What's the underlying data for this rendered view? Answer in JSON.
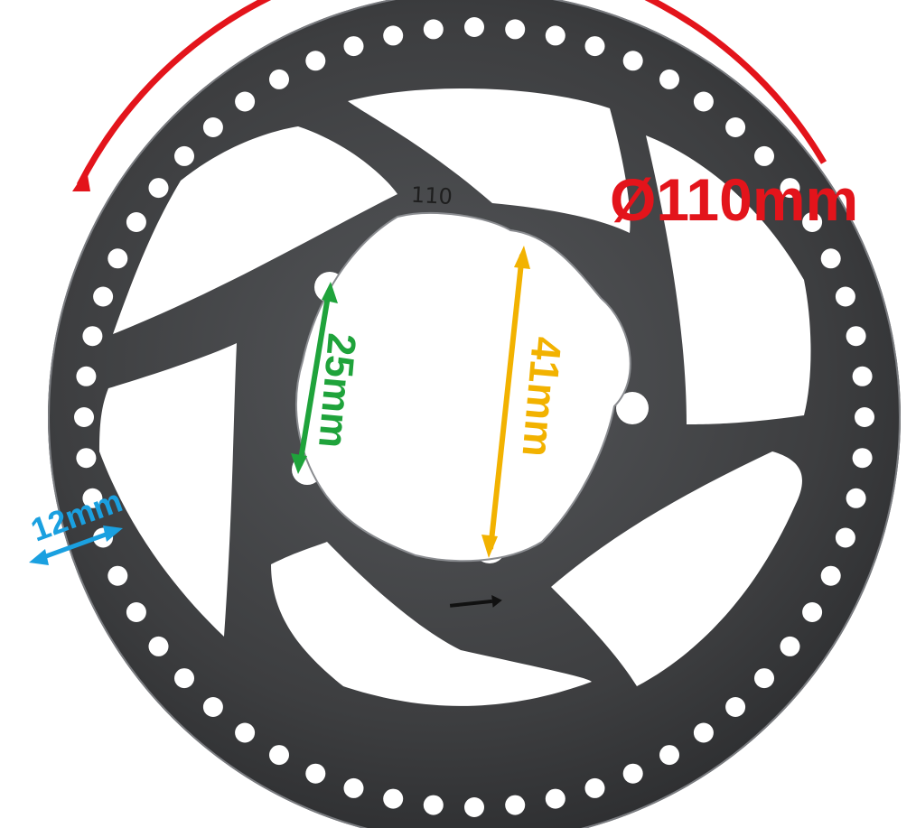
{
  "disc": {
    "stamp_text": "110",
    "metal_color": "#3b3c3e",
    "background_color": "#ffffff"
  },
  "annotations": {
    "outer_diameter": {
      "label": "Ø110mm",
      "color": "#e3141b"
    },
    "inner_hole_spacing": {
      "label": "25mm",
      "color": "#1fa33b"
    },
    "bolt_circle": {
      "label": "41mm",
      "color": "#f2b200"
    },
    "braking_band_width": {
      "label": "12mm",
      "color": "#1aa0e0"
    }
  },
  "icons": {
    "rotation_arrow": "arrow-right-icon"
  }
}
